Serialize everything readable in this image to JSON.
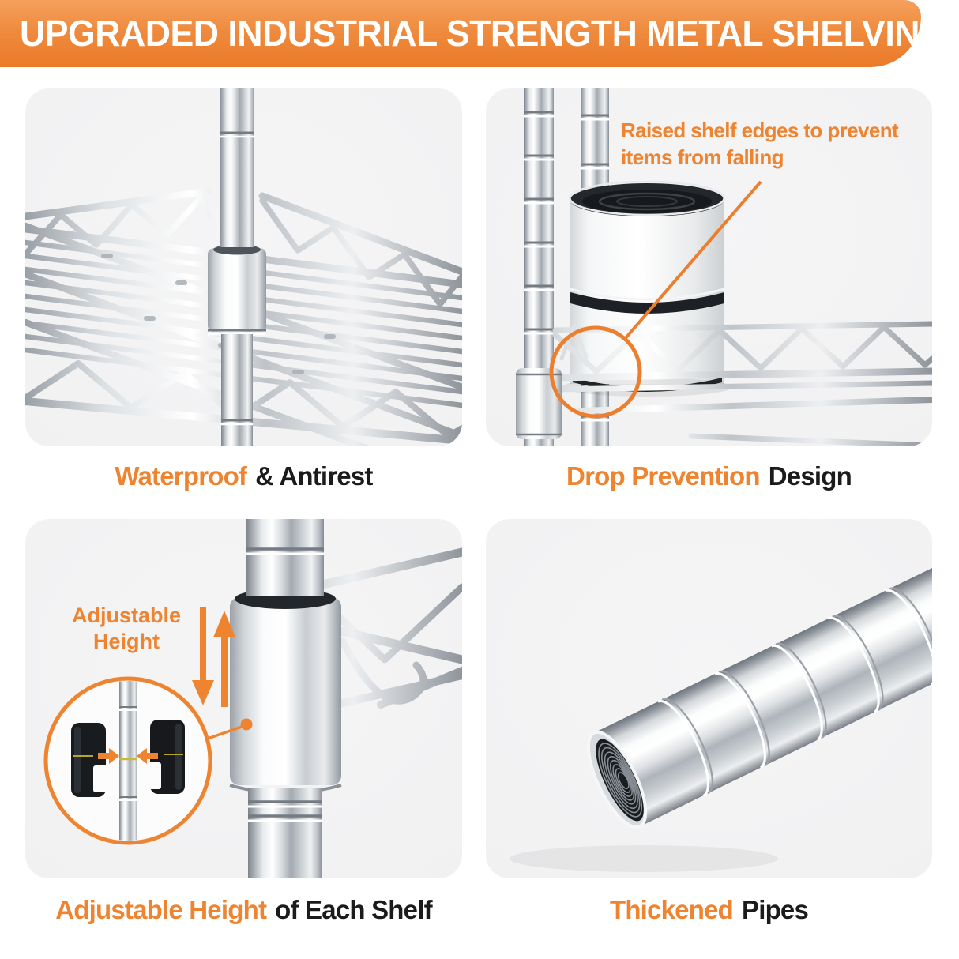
{
  "banner": {
    "title": "UPGRADED INDUSTRIAL STRENGTH METAL SHELVING"
  },
  "features": {
    "waterproof": {
      "caption_highlight": "Waterproof",
      "caption_rest": "& Antirest"
    },
    "drop_prevention": {
      "annotation_line1": "Raised shelf edges to prevent",
      "annotation_line2": "items from falling",
      "caption_highlight": "Drop Prevention",
      "caption_rest": "Design"
    },
    "adjustable_height": {
      "label_line1": "Adjustable",
      "label_line2": "Height",
      "caption_highlight": "Adjustable Height",
      "caption_rest": "of Each Shelf"
    },
    "thickened_pipes": {
      "caption_highlight": "Thickened",
      "caption_rest": "Pipes"
    }
  },
  "colors": {
    "accent_orange": "#EE8330",
    "banner_gradient_top": "#F5A05C",
    "banner_gradient_bottom": "#EA7A28",
    "banner_text": "#FFFFFF",
    "caption_text": "#1B1B1B",
    "panel_background": "#F2F2F3"
  }
}
